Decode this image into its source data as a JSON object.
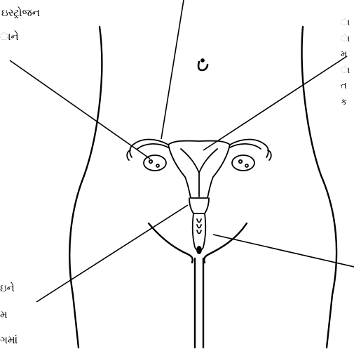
{
  "labels": {
    "top_left_line1": "ઇસ્ટ્રોજન",
    "top_left_line2": "ાને",
    "bottom_left_line1": "ઇને",
    "bottom_left_line2": "મ",
    "bottom_left_line3": "ગમાં",
    "right_column": [
      "ા",
      "ા",
      "મ",
      "ા",
      "ત",
      "ક"
    ],
    "navel_mark": "ċ"
  },
  "colors": {
    "ink": "#000000",
    "paper": "#ffffff"
  }
}
